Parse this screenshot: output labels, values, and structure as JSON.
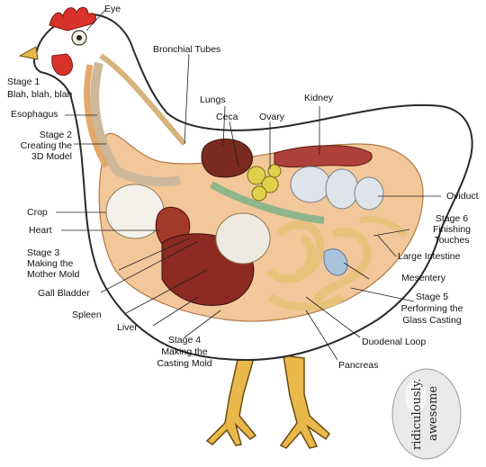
{
  "labels": {
    "eye": "Eye",
    "bronchial_tubes": "Bronchial Tubes",
    "stage1_title": "Stage 1",
    "stage1_desc": "Blah, blah, blah",
    "esophagus": "Esophagus",
    "stage2_title": "Stage 2",
    "stage2_line1": "Creating the",
    "stage2_line2": "3D Model",
    "lungs": "Lungs",
    "ceca": "Ceca",
    "ovary": "Ovary",
    "kidney": "Kidney",
    "oviduct": "Oviduct",
    "crop": "Crop",
    "heart": "Heart",
    "stage6_title": "Stage 6",
    "stage6_line1": "Finishing",
    "stage6_line2": "Touches",
    "large_intestine": "Large Intestine",
    "stage3_title": "Stage 3",
    "stage3_line1": "Making the",
    "stage3_line2": "Mother Mold",
    "mesentery": "Mesentery",
    "gall_bladder": "Gall Bladder",
    "stage5_title": "Stage 5",
    "stage5_line1": "Performing the",
    "stage5_line2": "Glass Casting",
    "spleen": "Spleen",
    "liver": "Liver",
    "duodenal_loop": "Duodenal Loop",
    "stage4_title": "Stage 4",
    "stage4_line1": "Making the",
    "stage4_line2": "Casting Mold",
    "pancreas": "Pancreas"
  },
  "egg_logo": {
    "line1": "ridiculously.",
    "line2": "awesome"
  },
  "colors": {
    "body_fill": "#ffffff",
    "outline": "#2a2a2a",
    "comb": "#d8322a",
    "legs": "#e8b84a",
    "cavity": "#f2c79a",
    "liver": "#8c2a22",
    "heart": "#a33a2a",
    "intestine": "#e6c27a",
    "lungs": "#7a2a1e",
    "ovary": "#e2d04a",
    "eggs": "#dfe4ea",
    "kidney": "#b0403a",
    "green_tube": "#8fb58a",
    "egg_logo": "#e9e9e9"
  }
}
